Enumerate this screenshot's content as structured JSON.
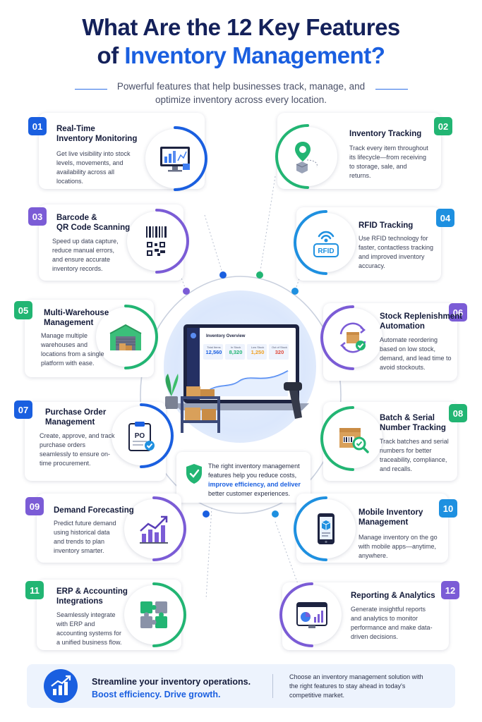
{
  "header": {
    "title_line1": "What Are the 12 Key Features",
    "title_line2_prefix": "of ",
    "title_line2_highlight": "Inventory Management?",
    "subtitle": "Powerful features that help businesses track, manage, and optimize inventory across every location."
  },
  "features": [
    {
      "num": "01",
      "title": "Real-Time\nInventory Monitoring",
      "desc": "Get live visibility into stock levels, movements, and availability across all locations.",
      "icon": "monitor-dashboard-icon",
      "color": "#1a5fe0"
    },
    {
      "num": "02",
      "title": "Inventory Tracking",
      "desc": "Track every item throughout its lifecycle—from receiving to storage, sale, and returns.",
      "icon": "location-pin-icon",
      "color": "#22b573"
    },
    {
      "num": "03",
      "title": "Barcode &\nQR Code Scanning",
      "desc": "Speed up data capture, reduce manual errors, and ensure accurate inventory records.",
      "icon": "barcode-qr-icon",
      "color": "#7b5cd6"
    },
    {
      "num": "04",
      "title": "RFID Tracking",
      "desc": "Use RFID technology for faster, contactless tracking and improved inventory accuracy.",
      "icon": "rfid-icon",
      "color": "#1e90e0"
    },
    {
      "num": "05",
      "title": "Multi-Warehouse\nManagement",
      "desc": "Manage multiple warehouses and locations from a single platform with ease.",
      "icon": "warehouse-icon",
      "color": "#22b573"
    },
    {
      "num": "06",
      "title": "Stock Replenishment\nAutomation",
      "desc": "Automate reordering based on low stock, demand, and lead time to avoid stockouts.",
      "icon": "replenish-box-icon",
      "color": "#7b5cd6"
    },
    {
      "num": "07",
      "title": "Purchase Order\nManagement",
      "desc": "Create, approve, and track purchase orders seamlessly to ensure on-time procurement.",
      "icon": "purchase-order-icon",
      "color": "#1a5fe0"
    },
    {
      "num": "08",
      "title": "Batch & Serial\nNumber Tracking",
      "desc": "Track batches and serial numbers for better traceability, compliance, and recalls.",
      "icon": "batch-box-icon",
      "color": "#22b573"
    },
    {
      "num": "09",
      "title": "Demand Forecasting",
      "desc": "Predict future demand using historical data and trends to plan inventory smarter.",
      "icon": "forecast-chart-icon",
      "color": "#7b5cd6"
    },
    {
      "num": "10",
      "title": "Mobile Inventory\nManagement",
      "desc": "Manage inventory on the go with mobile apps—anytime, anywhere.",
      "icon": "mobile-phone-icon",
      "color": "#1e90e0"
    },
    {
      "num": "11",
      "title": "ERP & Accounting\nIntegrations",
      "desc": "Seamlessly integrate with ERP and accounting systems for a unified business flow.",
      "icon": "puzzle-icon",
      "color": "#22b573"
    },
    {
      "num": "12",
      "title": "Reporting & Analytics",
      "desc": "Generate insightful reports and analytics to monitor performance and make data-driven decisions.",
      "icon": "report-analytics-icon",
      "color": "#7b5cd6"
    }
  ],
  "dashboard": {
    "title": "Inventory Overview",
    "stats": [
      {
        "label": "Total Items",
        "value": "12,560"
      },
      {
        "label": "In Stock",
        "value": "8,320"
      },
      {
        "label": "Low Stock",
        "value": "1,250"
      },
      {
        "label": "Out of Stock",
        "value": "320"
      }
    ]
  },
  "callout": {
    "text_before": "The right inventory management features help you reduce costs, ",
    "text_highlight": "improve efficiency, and deliver",
    "text_after": " better customer experiences."
  },
  "footer": {
    "line1": "Streamline your inventory operations.",
    "line2": "Boost efficiency. Drive growth.",
    "right_text": "Choose an inventory management solution with the right features to stay ahead in today's competitive market."
  }
}
